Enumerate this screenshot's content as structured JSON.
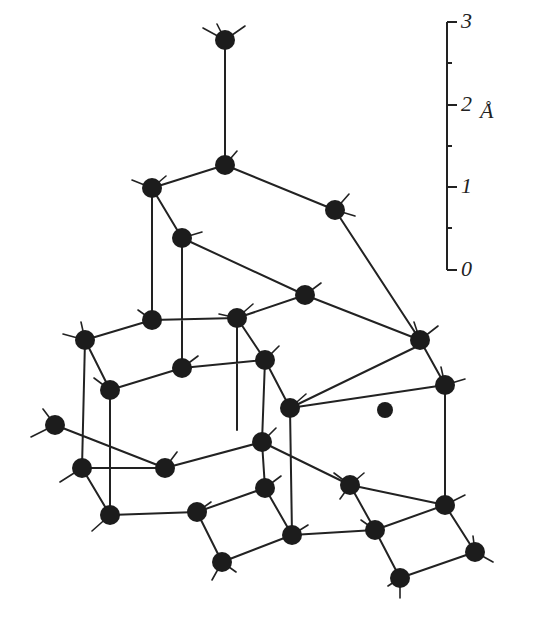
{
  "diagram": {
    "labels": [
      "3",
      "2",
      "1",
      "0",
      "Å"
    ]
  }
}
